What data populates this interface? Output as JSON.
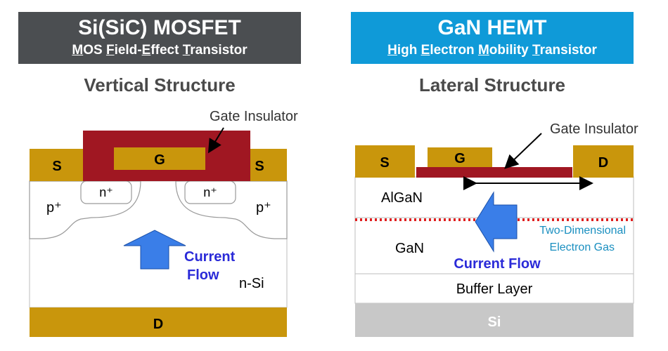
{
  "mosfet": {
    "title": "Si(SiC) MOSFET",
    "subtitle_parts": [
      {
        "u": "M",
        "t": "OS "
      },
      {
        "u": "F",
        "t": "ield-"
      },
      {
        "u": "E",
        "t": "ffect "
      },
      {
        "u": "T",
        "t": "ransistor"
      }
    ],
    "structure": "Vertical Structure",
    "labels": {
      "gate_insulator": "Gate Insulator",
      "source": "S",
      "gate": "G",
      "drain": "D",
      "n_plus": "n⁺",
      "p_plus": "p⁺",
      "current_flow_line1": "Current",
      "current_flow_line2": "Flow",
      "substrate": "n-Si"
    }
  },
  "hemt": {
    "title": "GaN HEMT",
    "subtitle_parts": [
      {
        "u": "H",
        "t": "igh "
      },
      {
        "u": "E",
        "t": "lectron "
      },
      {
        "u": "M",
        "t": "obility "
      },
      {
        "u": "T",
        "t": "ransistor"
      }
    ],
    "structure": "Lateral Structure",
    "labels": {
      "gate_insulator": "Gate Insulator",
      "source": "S",
      "gate": "G",
      "drain": "D",
      "algan": "AlGaN",
      "gan": "GaN",
      "two_deg_line1": "Two-Dimensional",
      "two_deg_line2": "Electron Gas",
      "current_flow": "Current Flow",
      "buffer": "Buffer Layer",
      "si": "Si"
    }
  },
  "colors": {
    "contact_gold": "#c9960c",
    "insulator_red": "#a01722",
    "arrow_blue": "#3a7ee8",
    "current_text": "#2a2ad8",
    "two_deg_text": "#1a8fc0",
    "si_gray": "#c8c8c8",
    "dotted_red": "#e02020"
  }
}
